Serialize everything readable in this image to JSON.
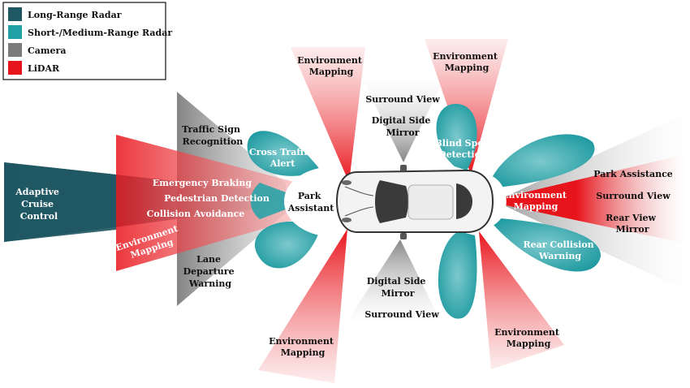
{
  "legend": {
    "items": [
      {
        "label": "Long-Range Radar",
        "color": "#1f5763"
      },
      {
        "label": "Short-/Medium-Range Radar",
        "color": "#21a0a6"
      },
      {
        "label": "Camera",
        "color": "#7b7b7b"
      },
      {
        "label": "LiDAR",
        "color": "#e8141b"
      }
    ]
  },
  "colors": {
    "long_range_radar": "#1f5763",
    "short_medium_radar": "#21a0a6",
    "camera": "#808080",
    "lidar": "#e8141b",
    "car_body": "#f3f3f3",
    "car_glass": "#3a3a3a"
  },
  "labels": {
    "acc": [
      "Adaptive",
      "Cruise",
      "Control"
    ],
    "emergency_braking": "Emergency Braking",
    "pedestrian_detection": "Pedestrian Detection",
    "collision_avoidance": "Collision  Avoidance",
    "env_front": [
      "Environment",
      "Mapping"
    ],
    "traffic_sign": [
      "Traffic Sign",
      "Recognition"
    ],
    "lane_departure": [
      "Lane",
      "Departure",
      "Warning"
    ],
    "cross_traffic": [
      "Cross Traffic",
      "Alert"
    ],
    "park_assistant": [
      "Park",
      "Assistant"
    ],
    "env_top_left": [
      "Environment",
      "Mapping"
    ],
    "surround_view_top": "Surround View",
    "digital_mirror_top": [
      "Digital Side",
      "Mirror"
    ],
    "env_top_right": [
      "Environment",
      "Mapping"
    ],
    "blind_spot": [
      "Blind Spot",
      "Detection"
    ],
    "park_assistance": "Park Assistance",
    "surround_view_right": "Surround View",
    "env_rear": [
      "Environment",
      "Mapping"
    ],
    "rear_view_mirror": [
      "Rear View",
      "Mirror"
    ],
    "rear_collision": [
      "Rear Collision",
      "Warning"
    ],
    "digital_mirror_bottom": [
      "Digital Side",
      "Mirror"
    ],
    "surround_view_bottom": "Surround View",
    "env_bottom_left": [
      "Environment",
      "Mapping"
    ],
    "env_bottom_right": [
      "Environment",
      "Mapping"
    ]
  }
}
